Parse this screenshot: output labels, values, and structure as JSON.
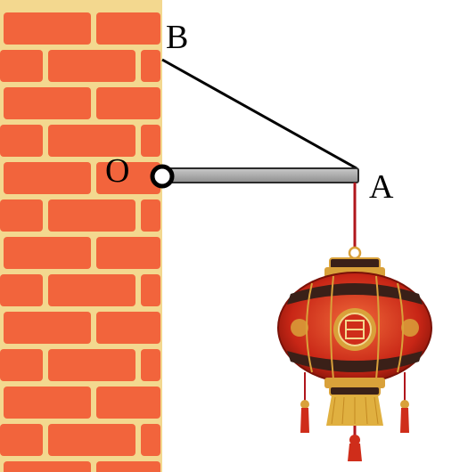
{
  "labels": {
    "a": "A",
    "b": "B",
    "o": "O"
  },
  "colors": {
    "brick": "#f2643c",
    "mortar": "#f3d88f",
    "rod_fill": "#a9a9a9",
    "rod_edge": "#2b2b2b",
    "rope": "#000000",
    "hanging_cord": "#b0161c",
    "lantern_red": "#cf2d1a",
    "lantern_dark": "#3a2018",
    "lantern_gold": "#d9a13a",
    "tassel": "#e0b040"
  },
  "icons": {
    "pivot": "hinge-circle-icon",
    "lantern": "chinese-lantern-icon"
  }
}
